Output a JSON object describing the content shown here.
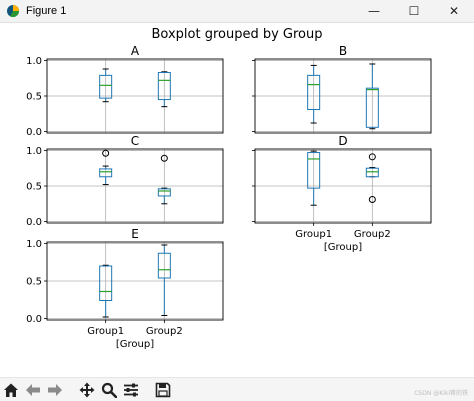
{
  "window": {
    "title": "Figure 1",
    "minimize_glyph": "—",
    "maximize_glyph": "☐",
    "close_glyph": "✕"
  },
  "toolbar": {
    "icons": [
      "home-icon",
      "back-icon",
      "forward-icon",
      "pan-icon",
      "zoom-icon",
      "configure-subplots-icon",
      "save-icon"
    ]
  },
  "watermark": "CSDN @Kiki蒋的铁",
  "chart_data": {
    "type": "boxplot",
    "suptitle": "Boxplot grouped by Group",
    "grid": true,
    "categories": [
      "Group1",
      "Group2"
    ],
    "xlabel": "[Group]",
    "ylim": [
      -0.02,
      1.02
    ],
    "yticks": [
      0.0,
      0.5,
      1.0
    ],
    "ytick_labels": [
      "0.0",
      "0.5",
      "1.0"
    ],
    "colors": {
      "box": "#1f77b4",
      "median": "#2ca02c",
      "grid": "#b0b0b0"
    },
    "panels": [
      {
        "title": "A",
        "groups": [
          {
            "name": "Group1",
            "whislo": 0.42,
            "q1": 0.47,
            "med": 0.65,
            "q3": 0.79,
            "whishi": 0.88,
            "fliers": []
          },
          {
            "name": "Group2",
            "whislo": 0.35,
            "q1": 0.45,
            "med": 0.72,
            "q3": 0.83,
            "whishi": 0.84,
            "fliers": []
          }
        ]
      },
      {
        "title": "B",
        "groups": [
          {
            "name": "Group1",
            "whislo": 0.12,
            "q1": 0.31,
            "med": 0.66,
            "q3": 0.79,
            "whishi": 0.93,
            "fliers": []
          },
          {
            "name": "Group2",
            "whislo": 0.04,
            "q1": 0.06,
            "med": 0.59,
            "q3": 0.61,
            "whishi": 0.95,
            "fliers": []
          }
        ]
      },
      {
        "title": "C",
        "groups": [
          {
            "name": "Group1",
            "whislo": 0.52,
            "q1": 0.63,
            "med": 0.7,
            "q3": 0.74,
            "whishi": 0.78,
            "fliers": [
              0.96
            ]
          },
          {
            "name": "Group2",
            "whislo": 0.25,
            "q1": 0.36,
            "med": 0.43,
            "q3": 0.46,
            "whishi": 0.47,
            "fliers": [
              0.89
            ]
          }
        ]
      },
      {
        "title": "D",
        "groups": [
          {
            "name": "Group1",
            "whislo": 0.23,
            "q1": 0.47,
            "med": 0.88,
            "q3": 0.97,
            "whishi": 0.99,
            "fliers": []
          },
          {
            "name": "Group2",
            "whislo": 0.63,
            "q1": 0.63,
            "med": 0.7,
            "q3": 0.75,
            "whishi": 0.76,
            "fliers": [
              0.91,
              0.31
            ]
          }
        ]
      },
      {
        "title": "E",
        "groups": [
          {
            "name": "Group1",
            "whislo": 0.02,
            "q1": 0.24,
            "med": 0.36,
            "q3": 0.7,
            "whishi": 0.71,
            "fliers": []
          },
          {
            "name": "Group2",
            "whislo": 0.04,
            "q1": 0.54,
            "med": 0.65,
            "q3": 0.87,
            "whishi": 0.98,
            "fliers": []
          }
        ]
      }
    ]
  }
}
